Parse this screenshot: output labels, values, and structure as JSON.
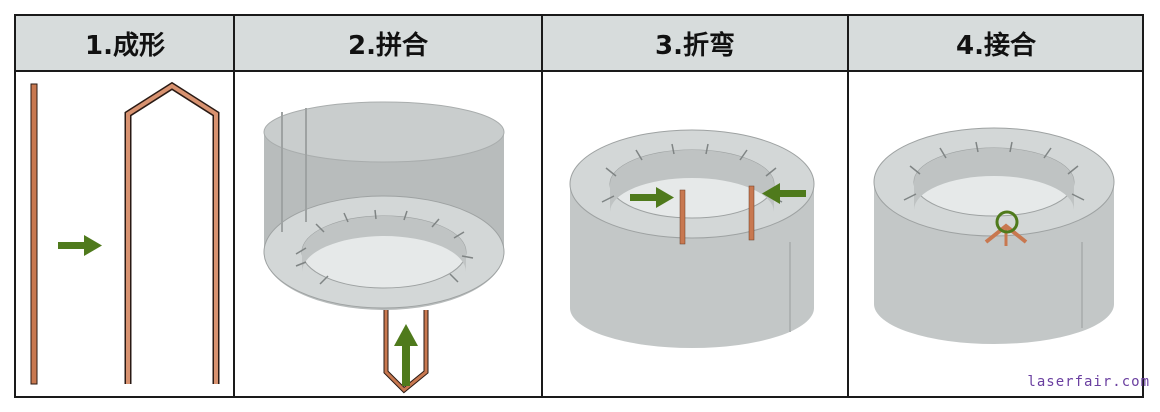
{
  "steps": [
    {
      "label": "1.成形"
    },
    {
      "label": "2.拼合"
    },
    {
      "label": "3.折弯"
    },
    {
      "label": "4.接合"
    }
  ],
  "watermark": "laserfair.com",
  "colors": {
    "header_bg": "#d7dcdc",
    "stator_gray": "#c9cdcd",
    "copper": "#c87850",
    "arrow_green": "#4f7a1c"
  }
}
